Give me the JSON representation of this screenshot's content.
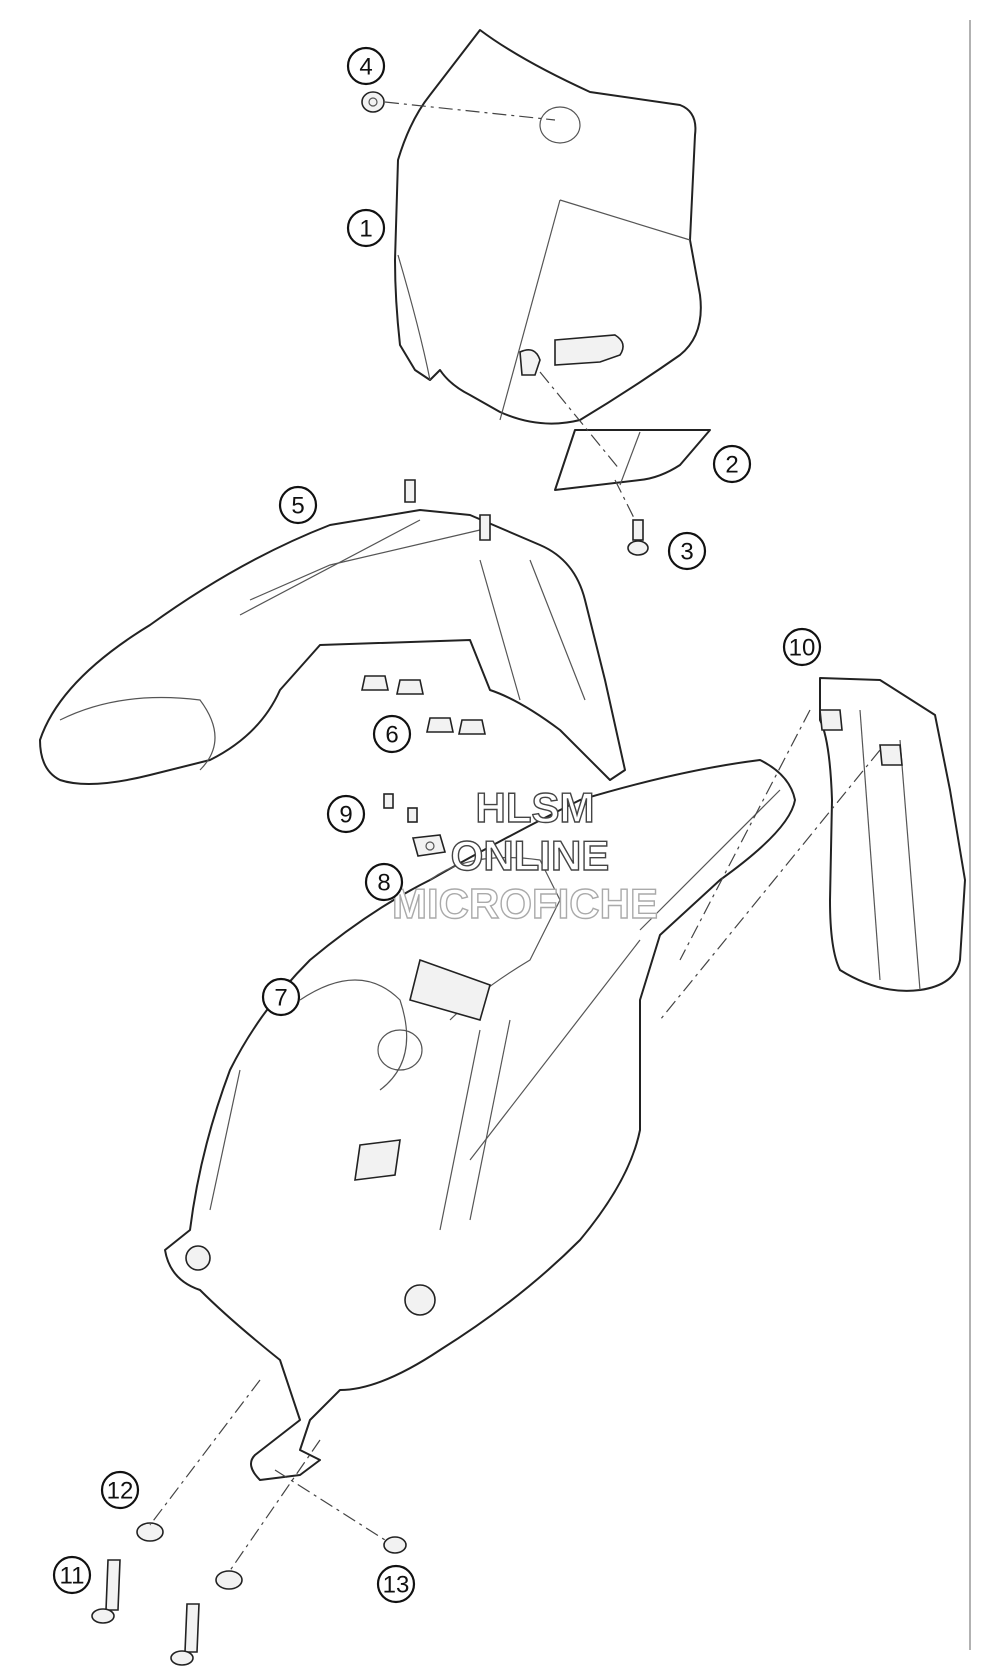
{
  "diagram": {
    "callouts": [
      "1",
      "2",
      "3",
      "4",
      "5",
      "6",
      "7",
      "8",
      "9",
      "10",
      "11",
      "12",
      "13"
    ],
    "watermark": [
      "HLSM",
      "ONLINE",
      "MICROFICHE"
    ]
  }
}
